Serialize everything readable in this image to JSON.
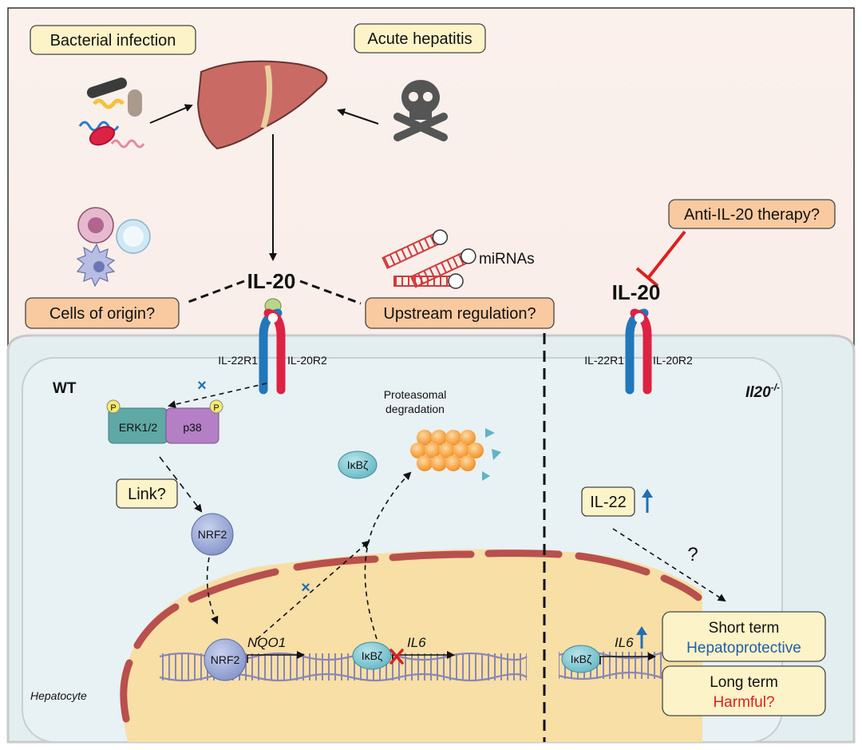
{
  "labels": {
    "bacterial_infection": "Bacterial infection",
    "acute_hepatitis": "Acute hepatitis",
    "mirnas": "miRNAs",
    "il20_left": "IL-20",
    "il20_right": "IL-20",
    "cells_of_origin": "Cells of origin?",
    "upstream_regulation": "Upstream regulation?",
    "anti_il20_therapy": "Anti-IL-20 therapy?",
    "il22r1_left": "IL-22R1",
    "il20r2_left": "IL-20R2",
    "il22r1_right": "IL-22R1",
    "il20r2_right": "IL-20R2",
    "wt": "WT",
    "ko_prefix": "Il20",
    "ko_sup": "-/-",
    "erk": "ERK1/2",
    "p38": "p38",
    "phospho": "P",
    "proteasomal_line1": "Proteasomal",
    "proteasomal_line2": "degradation",
    "ikbz": "IκBζ",
    "link": "Link?",
    "nrf2": "NRF2",
    "nqo1": "NQO1",
    "il6": "IL6",
    "il22": "IL-22",
    "question": "?",
    "short_term": "Short term",
    "hepatoprotective": "Hepatoprotective",
    "long_term": "Long term",
    "harmful": "Harmful?",
    "hepatocyte": "Hepatocyte"
  },
  "colors": {
    "receptor_blue": "#2277bb",
    "receptor_red": "#dd2244",
    "up_arrow_blue": "#1f6fb5",
    "hepatoprotective_text": "#1f5fa8",
    "harmful_text": "#dd1f1f",
    "inhibit_red": "#dd1f1f",
    "cell_fill": "#e3eef1",
    "nucleus_fill": "#f7dfa6",
    "nuclear_membrane": "#b8504d",
    "label_box_orange": "#f9caa0",
    "label_box_yellow": "#fdf3c8"
  },
  "icons": [
    "bacteria-icon",
    "liver-icon",
    "skull-crossbones-icon",
    "immune-cells-icon",
    "mirna-hairpin-icon",
    "proteasome-icon",
    "dna-strand-icon",
    "receptor-icon"
  ]
}
